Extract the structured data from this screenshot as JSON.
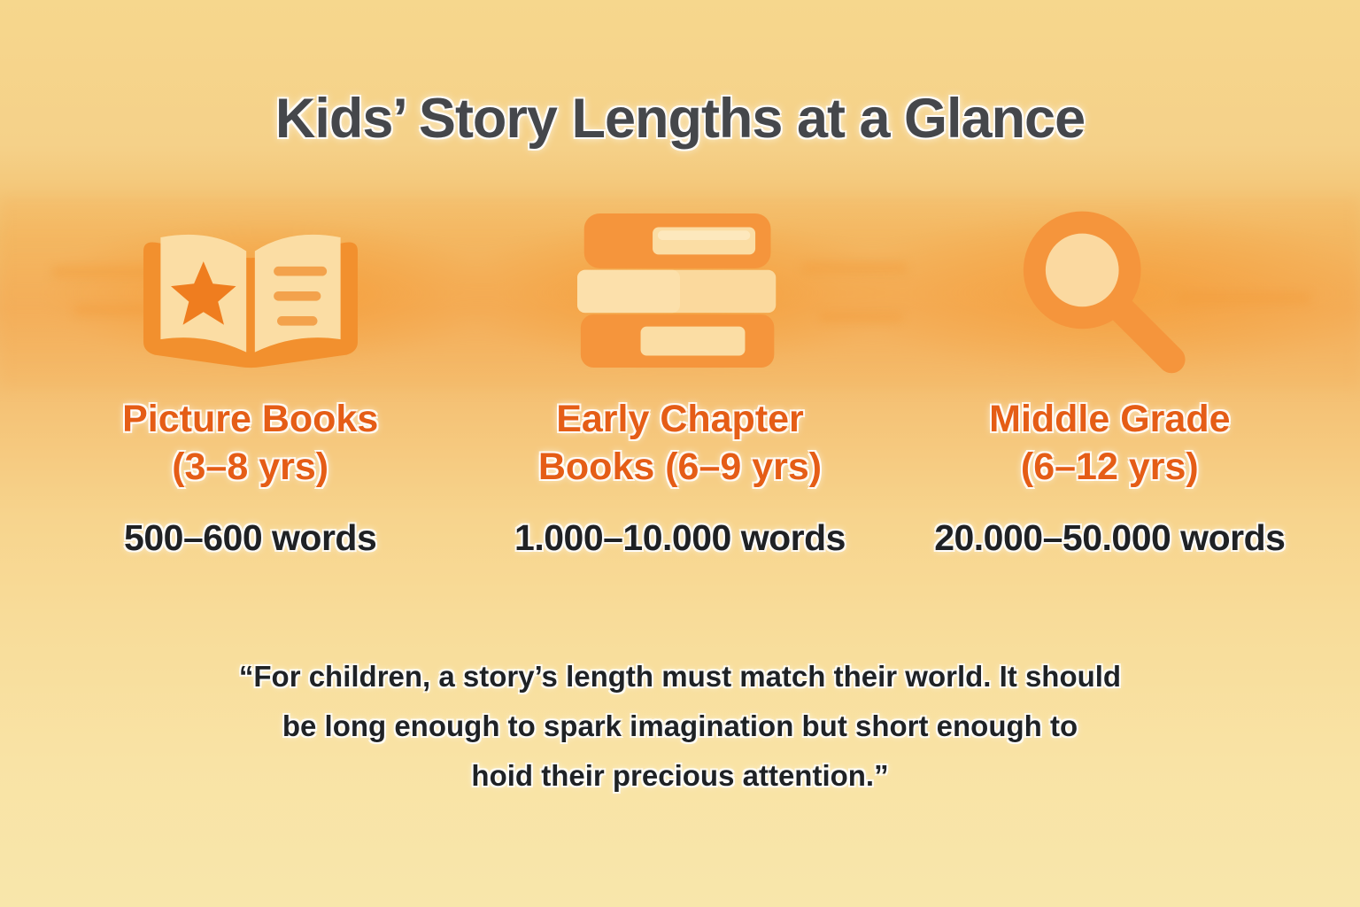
{
  "title": "Kids’ Story Lengths at a Glance",
  "columns": [
    {
      "icon": "open-book-star-icon",
      "name_line1": "Picture Books",
      "name_line2": "(3–8 yrs)",
      "words": "500–600 words"
    },
    {
      "icon": "book-stack-icon",
      "name_line1": "Early Chapter",
      "name_line2": "Books (6–9 yrs)",
      "words": "1.000–10.000 words"
    },
    {
      "icon": "magnifying-glass-icon",
      "name_line1": "Middle Grade",
      "name_line2": "(6–12 yrs)",
      "words": "20.000–50.000 words"
    }
  ],
  "quote": {
    "line1": "“For children, a story’s length must match their world. It should",
    "line2": "be long enough to spark imagination but short enough to",
    "line3": "hoid their precious attention.”"
  },
  "colors": {
    "heading_orange": "#e55d16",
    "icon_orange": "#f5953c",
    "icon_star_orange": "#ef7d1f",
    "icon_page_cream": "#fbdda4",
    "title_gray": "#45474b",
    "text_dark": "#1f2124",
    "background_top": "#f6d78d",
    "background_band": "#f3b260",
    "background_bottom": "#f8e6ab"
  }
}
